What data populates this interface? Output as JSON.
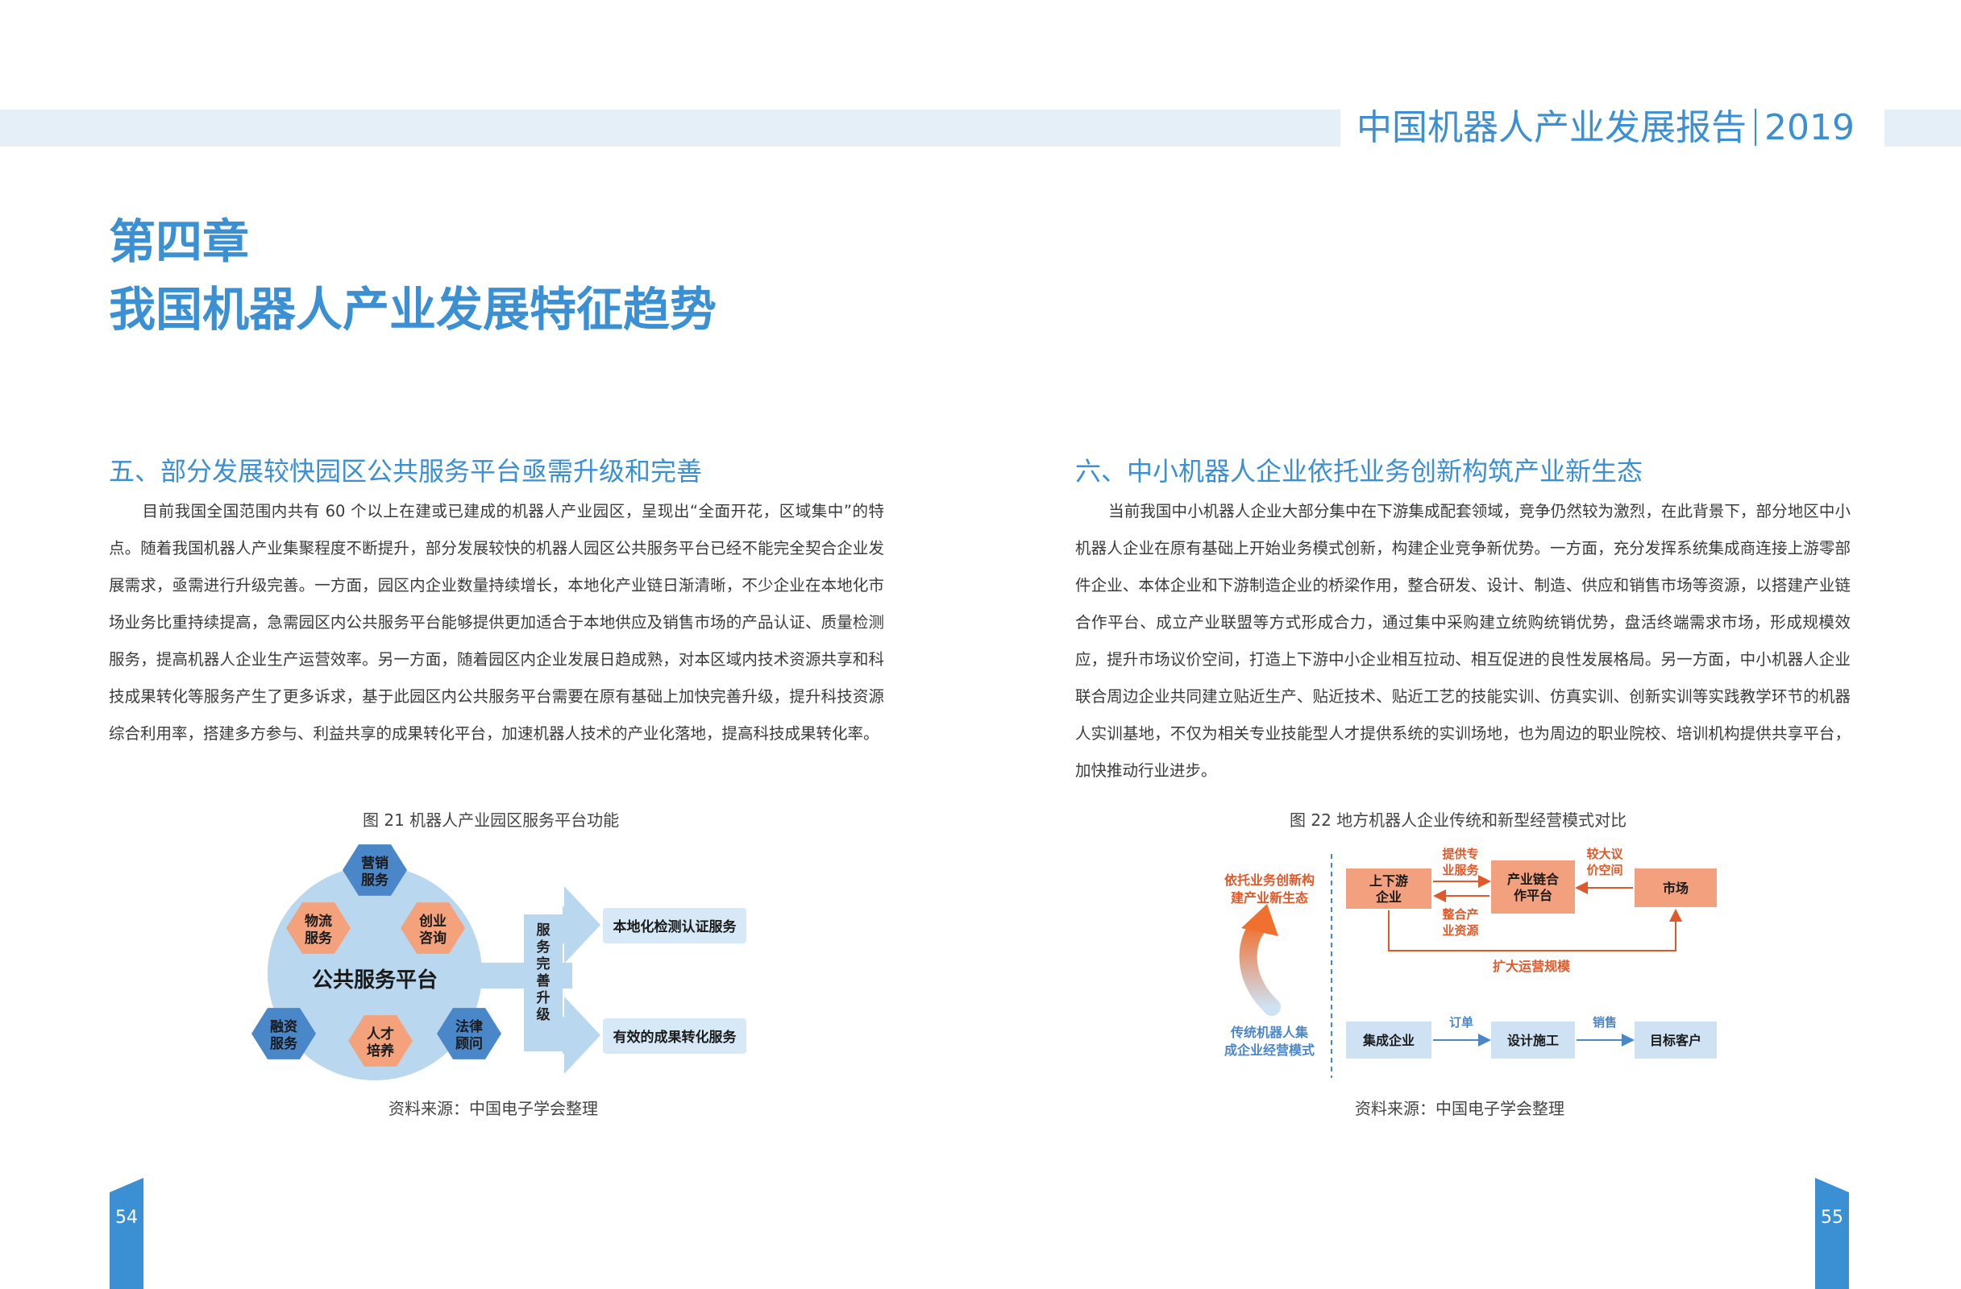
{
  "header": {
    "report_title": "中国机器人产业发展报告",
    "report_year": "2019"
  },
  "chapter": {
    "number": "第四章",
    "title": "我国机器人产业发展特征趋势"
  },
  "left": {
    "section_title": "五、部分发展较快园区公共服务平台亟需升级和完善",
    "paragraph": "目前我国全国范围内共有 60 个以上在建或已建成的机器人产业园区，呈现出“全面开花，区域集中”的特点。随着我国机器人产业集聚程度不断提升，部分发展较快的机器人园区公共服务平台已经不能完全契合企业发展需求，亟需进行升级完善。一方面，园区内企业数量持续增长，本地化产业链日渐清晰，不少企业在本地化市场业务比重持续提高，急需园区内公共服务平台能够提供更加适合于本地供应及销售市场的产品认证、质量检测服务，提高机器人企业生产运营效率。另一方面，随着园区内企业发展日趋成熟，对本区域内技术资源共享和科技成果转化等服务产生了更多诉求，基于此园区内公共服务平台需要在原有基础上加快完善升级，提升科技资源综合利用率，搭建多方参与、利益共享的成果转化平台，加速机器人技术的产业化落地，提高科技成果转化率。",
    "figure_caption": "图 21  机器人产业园区服务平台功能",
    "figure": {
      "center_label": "公共服务平台",
      "hexagons": [
        "营销\n服务",
        "物流\n服务",
        "创业\n咨询",
        "融资\n服务",
        "人才\n培养",
        "法律\n顾问"
      ],
      "arrow_label": "服务完善升级",
      "outputs": [
        "本地化检测认证服务",
        "有效的成果转化服务"
      ]
    },
    "source": "资料来源：中国电子学会整理",
    "page_number": "54"
  },
  "right": {
    "section_title": "六、中小机器人企业依托业务创新构筑产业新生态",
    "paragraph": "当前我国中小机器人企业大部分集中在下游集成配套领域，竞争仍然较为激烈，在此背景下，部分地区中小机器人企业在原有基础上开始业务模式创新，构建企业竞争新优势。一方面，充分发挥系统集成商连接上游零部件企业、本体企业和下游制造企业的桥梁作用，整合研发、设计、制造、供应和销售市场等资源，以搭建产业链合作平台、成立产业联盟等方式形成合力，通过集中采购建立统购统销优势，盘活终端需求市场，形成规模效应，提升市场议价空间，打造上下游中小企业相互拉动、相互促进的良性发展格局。另一方面，中小机器人企业联合周边企业共同建立贴近生产、贴近技术、贴近工艺的技能实训、仿真实训、创新实训等实践教学环节的机器人实训基地，不仅为相关专业技能型人才提供系统的实训场地，也为周边的职业院校、培训机构提供共享平台，加快推动行业进步。",
    "figure_caption": "图 22  地方机器人企业传统和新型经营模式对比",
    "figure": {
      "new_mode_label": "依托业务创新构\n建产业新生态",
      "old_mode_label": "传统机器人集\n成企业经营模式",
      "box_upstream": "上下游\n企业",
      "box_platform": "产业链合\n作平台",
      "box_market": "市场",
      "label_provide": "提供专\n业服务",
      "label_integrate": "整合产\n业资源",
      "label_bargain": "较大议\n价空间",
      "label_expand": "扩大运营规模",
      "box_integrator": "集成企业",
      "box_design": "设计施工",
      "box_customer": "目标客户",
      "label_order": "订单",
      "label_sales": "销售"
    },
    "source": "资料来源：中国电子学会整理",
    "page_number": "55"
  },
  "colors": {
    "accent_blue": "#3b8fd3",
    "band_blue": "#e4eff8",
    "hex_dark_blue": "#4a87c9",
    "hex_orange": "#f4a27c",
    "circle_light_blue": "#b9d7ee",
    "box_orange": "#f2a07e",
    "box_light_blue": "#cfe2f3",
    "text_orange": "#e0592a"
  }
}
